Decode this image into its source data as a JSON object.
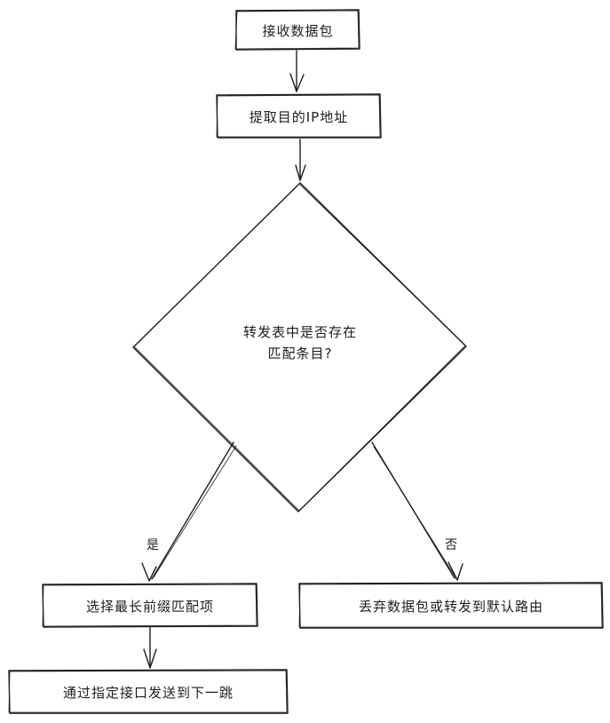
{
  "nodes": {
    "receive": "接收数据包",
    "extract": "提取目的IP地址",
    "decision_line1": "转发表中是否存在",
    "decision_line2": "匹配条目?",
    "longest": "选择最长前缀匹配项",
    "forward": "通过指定接口发送到下一跳",
    "drop": "丢弃数据包或转发到默认路由"
  },
  "edges": {
    "yes": "是",
    "no": "否"
  },
  "colors": {
    "stroke": "#1e1e1e",
    "background": "#ffffff"
  }
}
